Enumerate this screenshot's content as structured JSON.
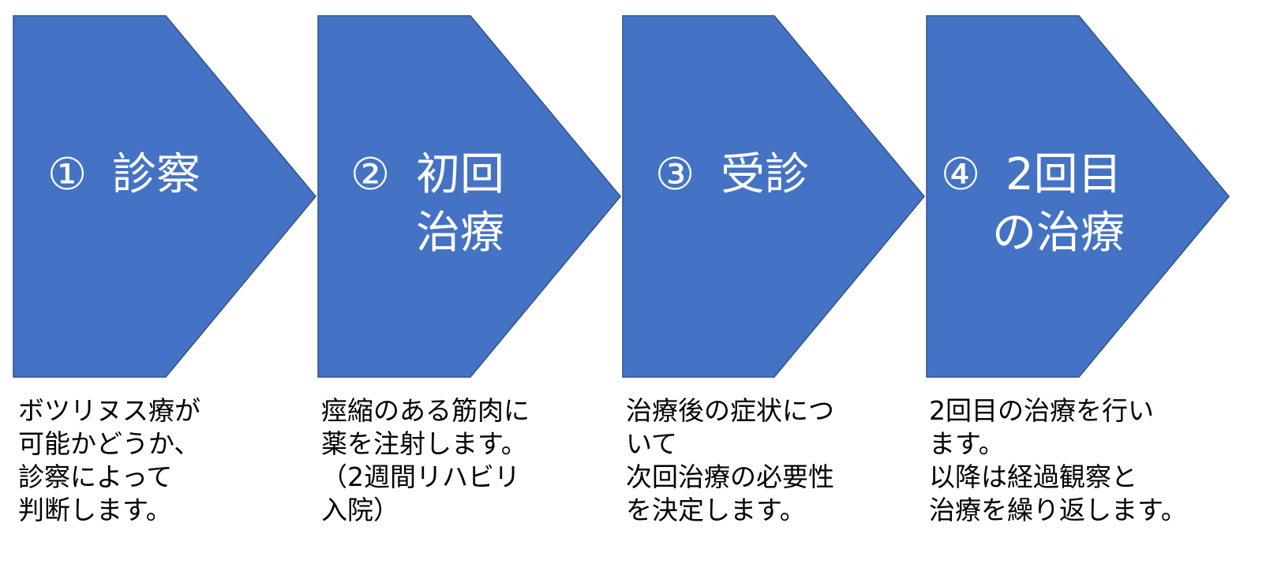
{
  "colors": {
    "shape_fill": "#4472c4",
    "shape_border": "#2f528f",
    "title_text": "#ffffff",
    "description_text": "#000000"
  },
  "steps": [
    {
      "number": "①",
      "title_lines": [
        "診察"
      ],
      "description_lines": [
        "ボツリヌス療が",
        "可能かどうか、",
        "診察によって",
        "判断します。"
      ]
    },
    {
      "number": "②",
      "title_lines": [
        "初回",
        "治療"
      ],
      "description_lines": [
        "痙縮のある筋肉に",
        "薬を注射します。",
        "（2週間リハビリ",
        "入院）"
      ]
    },
    {
      "number": "③",
      "title_lines": [
        "受診"
      ],
      "description_lines": [
        "治療後の症状につ",
        "いて",
        "次回治療の必要性",
        "を決定します。"
      ]
    },
    {
      "number": "④",
      "title_lines": [
        "2回目",
        "の治療"
      ],
      "description_lines": [
        "2回目の治療を行い",
        "ます。",
        "以降は経過観察と",
        "治療を繰り返します。"
      ]
    }
  ]
}
